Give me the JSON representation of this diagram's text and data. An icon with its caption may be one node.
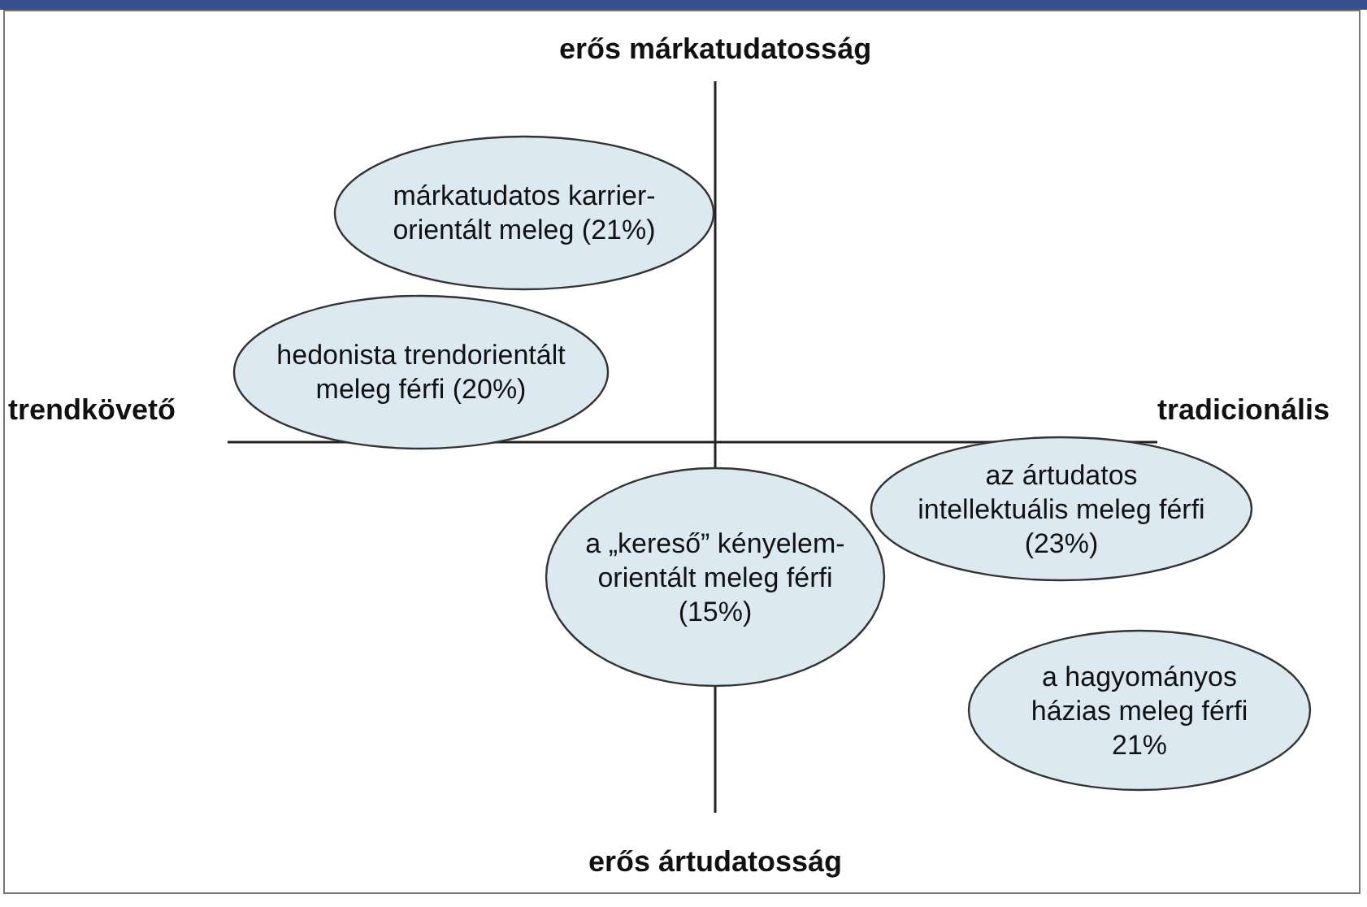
{
  "diagram": {
    "nodes": [
      {
        "text": [
          "márkatudatos karrier-orientált meleg (21%)"
        ]
      },
      {
        "text": [
          "hedonista trendorientált meleg férfi (20%)"
        ]
      },
      {
        "text": [
          "a „kereső” kényelem-orientált meleg férfi (15%)"
        ]
      },
      {
        "text": [
          "az ártudatos intellektuális meleg férfi (23%)"
        ]
      },
      {
        "text": [
          "a hagyományos házias meleg férfi 21%"
        ]
      }
    ],
    "edges": [],
    "labels": [
      "erős márkatudatosság",
      "trendkövető",
      "tradicionális",
      "erős ártudatosság"
    ]
  }
}
